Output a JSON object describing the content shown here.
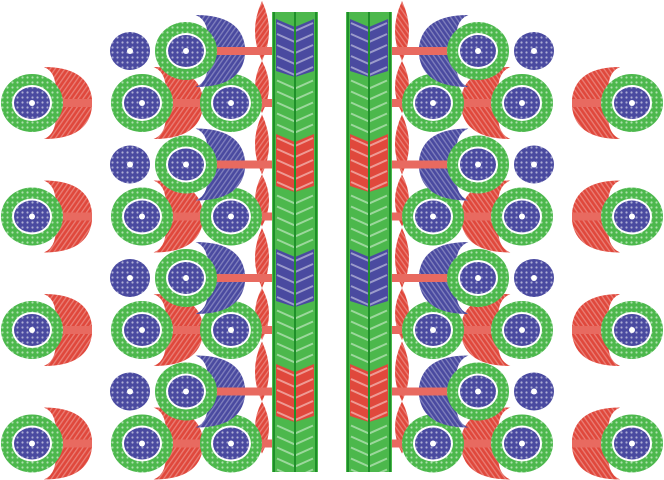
{
  "design": {
    "colors": {
      "green": "#4cb84c",
      "blue": "#4a4aa0",
      "red": "#e0483c",
      "stem": "#e86a60",
      "dark_green": "#1f8f2a"
    },
    "motif_rows": 4,
    "band_segments": [
      "blue",
      "green",
      "red",
      "green",
      "blue",
      "green",
      "red",
      "green"
    ]
  }
}
